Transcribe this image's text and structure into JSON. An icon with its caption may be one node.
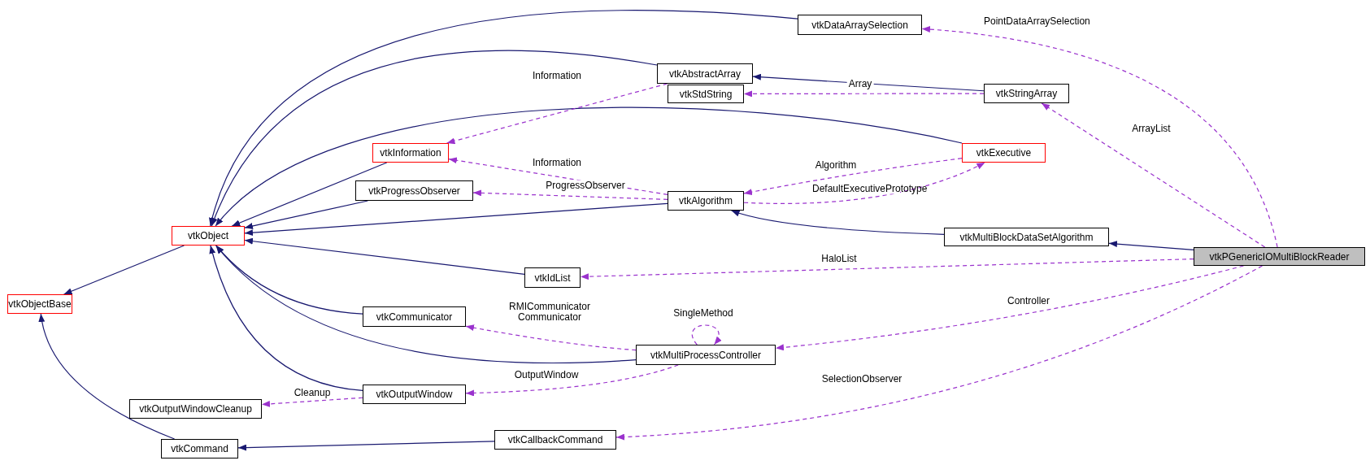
{
  "diagram": {
    "nodes": [
      {
        "text": [
          "vtkPGenericIOMultiBlockReader"
        ]
      },
      {
        "text": [
          "vtkMultiBlockDataSetAlgorithm"
        ]
      },
      {
        "text": [
          "vtkAlgorithm"
        ]
      },
      {
        "text": [
          "vtkObject"
        ]
      },
      {
        "text": [
          "vtkObjectBase"
        ]
      },
      {
        "text": [
          "vtkInformation"
        ]
      },
      {
        "text": [
          "vtkAbstractArray"
        ]
      },
      {
        "text": [
          "vtkDataArraySelection"
        ]
      },
      {
        "text": [
          "vtkStringArray"
        ]
      },
      {
        "text": [
          "vtkStdString"
        ]
      },
      {
        "text": [
          "vtkExecutive"
        ]
      },
      {
        "text": [
          "vtkProgressObserver"
        ]
      },
      {
        "text": [
          "vtkIdList"
        ]
      },
      {
        "text": [
          "vtkCommunicator"
        ]
      },
      {
        "text": [
          "vtkMultiProcessController"
        ]
      },
      {
        "text": [
          "vtkOutputWindow"
        ]
      },
      {
        "text": [
          "vtkOutputWindowCleanup"
        ]
      },
      {
        "text": [
          "vtkCallbackCommand"
        ]
      },
      {
        "text": [
          "vtkCommand"
        ]
      }
    ],
    "edges": [
      {
        "from": 0,
        "to": 1,
        "arrow": "to"
      },
      {
        "from": 1,
        "to": 2,
        "arrow": "to"
      },
      {
        "from": 2,
        "to": 3,
        "arrow": "to"
      },
      {
        "from": 5,
        "to": 3,
        "arrow": "to"
      },
      {
        "from": 11,
        "to": 3,
        "arrow": "to"
      },
      {
        "from": 12,
        "to": 3,
        "arrow": "to"
      },
      {
        "from": 13,
        "to": 3,
        "arrow": "to"
      },
      {
        "from": 14,
        "to": 3,
        "arrow": "to"
      },
      {
        "from": 15,
        "to": 3,
        "arrow": "to"
      },
      {
        "from": 6,
        "to": 3,
        "arrow": "to"
      },
      {
        "from": 7,
        "to": 3,
        "arrow": "to"
      },
      {
        "from": 10,
        "to": 3,
        "arrow": "to"
      },
      {
        "from": 8,
        "to": 6,
        "arrow": "to"
      },
      {
        "from": 3,
        "to": 4,
        "arrow": "to"
      },
      {
        "from": 18,
        "to": 4,
        "arrow": "to"
      },
      {
        "from": 17,
        "to": 18,
        "arrow": "to"
      },
      {
        "from": 0,
        "to": 7,
        "arrow": "to",
        "label": "PointDataArraySelection",
        "style": "dashed",
        "color": "#9a32cd"
      },
      {
        "from": 0,
        "to": 8,
        "arrow": "to",
        "label": "ArrayList",
        "style": "dashed",
        "color": "#9a32cd"
      },
      {
        "from": 8,
        "to": 9,
        "arrow": "to",
        "label": "Array",
        "style": "dashed",
        "color": "#9a32cd"
      },
      {
        "from": 6,
        "to": 5,
        "arrow": "to",
        "label": "Information",
        "style": "dashed",
        "color": "#9a32cd"
      },
      {
        "from": 2,
        "to": 5,
        "arrow": "to",
        "label": "Information",
        "style": "dashed",
        "color": "#9a32cd"
      },
      {
        "from": 2,
        "to": 11,
        "arrow": "to",
        "label": "ProgressObserver",
        "style": "dashed",
        "color": "#9a32cd"
      },
      {
        "from": 10,
        "to": 2,
        "arrow": "to",
        "label": "Algorithm",
        "style": "dashed",
        "color": "#9a32cd"
      },
      {
        "from": 2,
        "to": 10,
        "arrow": "to",
        "label": "DefaultExecutivePrototype",
        "style": "dashed",
        "color": "#9a32cd"
      },
      {
        "from": 0,
        "to": 12,
        "arrow": "to",
        "label": "HaloList",
        "style": "dashed",
        "color": "#9a32cd"
      },
      {
        "from": 14,
        "to": 13,
        "arrow": "to",
        "label": "RMICommunicator Communicator",
        "style": "dashed",
        "color": "#9a32cd"
      },
      {
        "from": 14,
        "to": 14,
        "arrow": "to",
        "label": "SingleMethod",
        "style": "dashed",
        "color": "#9a32cd"
      },
      {
        "from": 0,
        "to": 14,
        "arrow": "to",
        "label": "Controller",
        "style": "dashed",
        "color": "#9a32cd"
      },
      {
        "from": 14,
        "to": 15,
        "arrow": "to",
        "label": "OutputWindow",
        "style": "dashed",
        "color": "#9a32cd"
      },
      {
        "from": 15,
        "to": 16,
        "arrow": "to",
        "label": "Cleanup",
        "style": "dashed",
        "color": "#9a32cd"
      },
      {
        "from": 0,
        "to": 17,
        "arrow": "to",
        "label": "SelectionObserver",
        "style": "dashed",
        "color": "#9a32cd"
      }
    ]
  }
}
